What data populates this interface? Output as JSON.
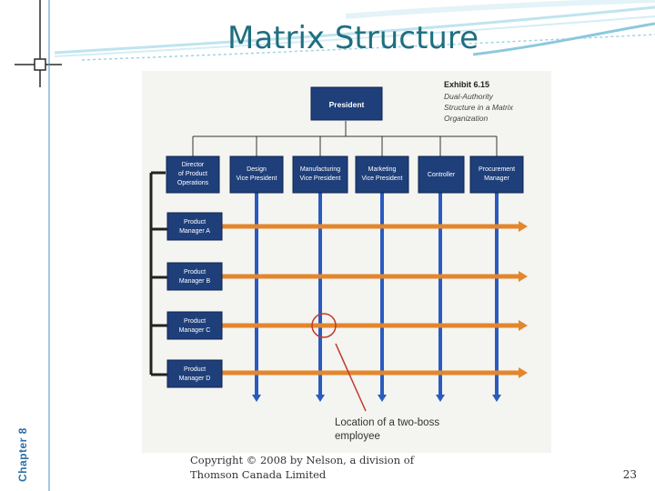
{
  "slide": {
    "title": "Matrix Structure",
    "sidebar_label": "Chapter 8",
    "copyright_line1": "Copyright © 2008 by Nelson, a division of",
    "copyright_line2": "Thomson Canada Limited",
    "page_number": "23"
  },
  "exhibit": {
    "label": "Exhibit 6.15",
    "caption_line1": "Dual-Authority",
    "caption_line2": "Structure in a Matrix",
    "caption_line3": "Organization"
  },
  "president": {
    "label": "President"
  },
  "functional_managers": [
    {
      "lines": [
        "Director",
        "of Product",
        "Operations"
      ]
    },
    {
      "lines": [
        "Design",
        "Vice President"
      ]
    },
    {
      "lines": [
        "Manufacturing",
        "Vice President"
      ]
    },
    {
      "lines": [
        "Marketing",
        "Vice President"
      ]
    },
    {
      "lines": [
        "Controller"
      ]
    },
    {
      "lines": [
        "Procurement",
        "Manager"
      ]
    }
  ],
  "product_managers": [
    {
      "lines": [
        "Product",
        "Manager A"
      ]
    },
    {
      "lines": [
        "Product",
        "Manager B"
      ]
    },
    {
      "lines": [
        "Product",
        "Manager C"
      ]
    },
    {
      "lines": [
        "Product",
        "Manager D"
      ]
    }
  ],
  "annotation": {
    "line1": "Location of a two-boss",
    "line2": "employee"
  },
  "colors": {
    "box_fill": "#1e3f7a",
    "box_text": "#ffffff",
    "horizontal_arrow": "#e3862c",
    "vertical_line": "#2a5bbf",
    "highlight_circle": "#c0392b",
    "title": "#1f6f7f"
  }
}
